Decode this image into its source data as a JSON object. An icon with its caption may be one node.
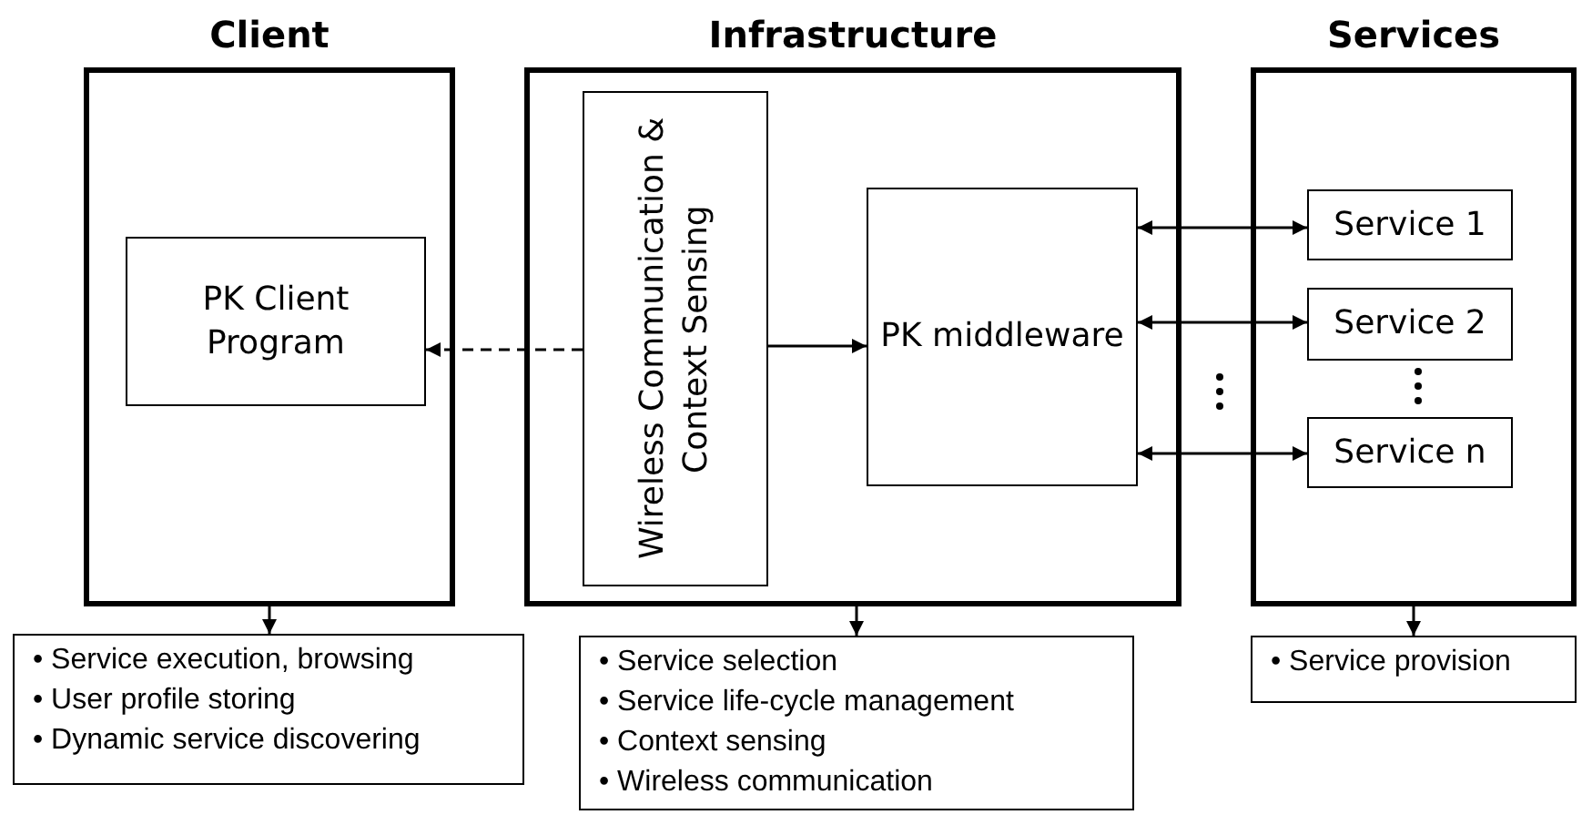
{
  "diagram": {
    "nodes": [
      {
        "text": [
          "Client"
        ]
      },
      {
        "text": [
          "PK Client Program"
        ],
        "in": 0
      },
      {
        "text": [
          "Infrastructure"
        ]
      },
      {
        "text": [
          "Wireless Communication & Context Sensing"
        ],
        "in": 2
      },
      {
        "text": [
          "PK middleware"
        ],
        "in": 2
      },
      {
        "text": [
          "Services"
        ]
      },
      {
        "text": [
          "Service 1"
        ],
        "in": 5
      },
      {
        "text": [
          "Service 2"
        ],
        "in": 5
      },
      {
        "text": [
          "Service n"
        ],
        "in": 5
      },
      {
        "text": [
          "• Service execution, browsing",
          "• User profile storing",
          "• Dynamic service discovering"
        ]
      },
      {
        "text": [
          "• Service selection",
          "• Service life-cycle management",
          "• Context sensing",
          "• Wireless communication"
        ]
      },
      {
        "text": [
          "• Service provision"
        ]
      }
    ],
    "edges": [
      {
        "from": 3,
        "to": 1,
        "arrow": "to",
        "style": "dashed"
      },
      {
        "from": 3,
        "to": 4,
        "arrow": "to"
      },
      {
        "from": 4,
        "to": 6,
        "arrow": "both"
      },
      {
        "from": 4,
        "to": 7,
        "arrow": "both"
      },
      {
        "from": 4,
        "to": 8,
        "arrow": "both"
      },
      {
        "from": 0,
        "to": 9,
        "arrow": "to"
      },
      {
        "from": 2,
        "to": 10,
        "arrow": "to"
      },
      {
        "from": 5,
        "to": 11,
        "arrow": "to"
      }
    ]
  }
}
